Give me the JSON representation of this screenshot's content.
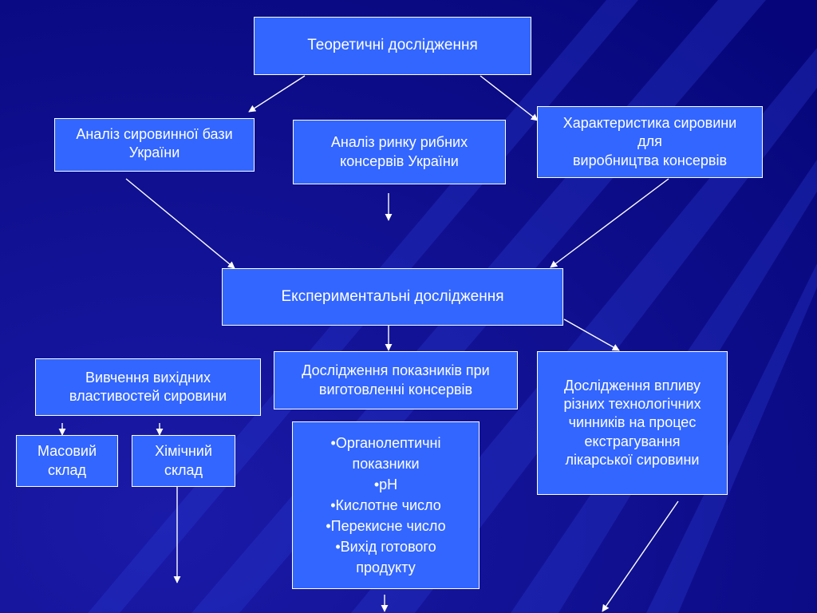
{
  "colors": {
    "background": "#0a0a8c",
    "box_fill": "#3366ff",
    "box_border": "#ffffff",
    "text": "#ffffff",
    "arrow": "#ffffff"
  },
  "nodes": {
    "theory": {
      "lines": [
        "Теоретичні дослідження"
      ]
    },
    "raw_base": {
      "lines": [
        "Аналіз сировинної бази",
        "України"
      ]
    },
    "market": {
      "lines": [
        "Аналіз ринку рибних",
        "консервів України"
      ]
    },
    "characteristics": {
      "lines": [
        "Характеристика сировини",
        "для",
        "виробництва консервів"
      ]
    },
    "experiment": {
      "lines": [
        "Експериментальні дослідження"
      ]
    },
    "properties": {
      "lines": [
        "Вивчення вихідних",
        "властивостей сировини"
      ]
    },
    "indicators": {
      "lines": [
        "Дослідження показників при",
        "виготовленні консервів"
      ]
    },
    "influence": {
      "lines": [
        "Дослідження впливу",
        "різних технологічних",
        "чинників на процес",
        "екстрагування",
        "лікарської сировини"
      ]
    },
    "mass": {
      "lines": [
        "Масовий",
        "склад"
      ]
    },
    "chemical": {
      "lines": [
        "Хімічний",
        "склад"
      ]
    },
    "list": {
      "lines": [
        "•Органолептичні",
        "показники",
        "•pH",
        "•Кислотне число",
        "•Перекисне число",
        "•Вихід готового",
        "продукту"
      ]
    }
  }
}
